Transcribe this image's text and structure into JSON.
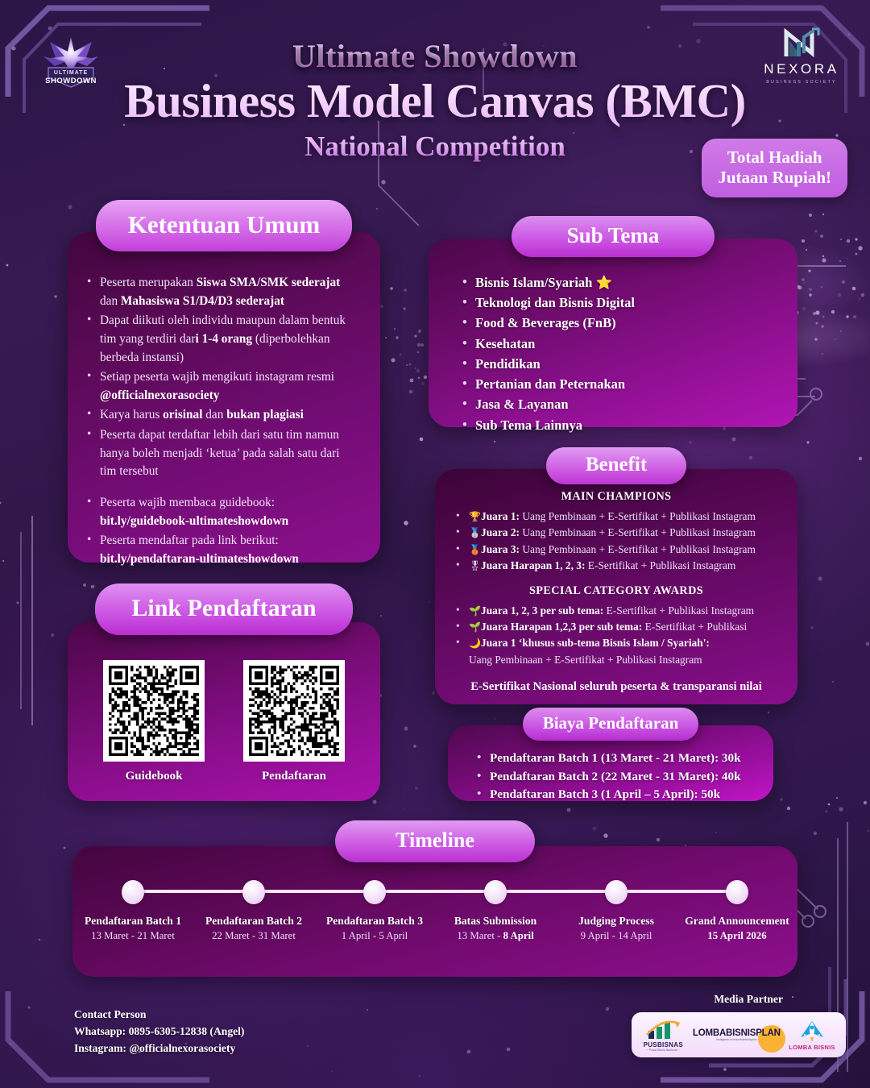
{
  "header": {
    "logo_left_name": "ULTIMATE SHOWDOWN",
    "logo_left_l1": "ULTIMATE",
    "logo_left_l2": "SHOWDOWN",
    "logo_right_word": "NEXORA",
    "logo_right_sub": "BUSINESS SOCIETY",
    "title_line1": "Ultimate Showdown",
    "title_line2": "Business Model Canvas (BMC)",
    "title_line3": "National Competition",
    "prize_line1": "Total Hadiah",
    "prize_line2": "Jutaan Rupiah!"
  },
  "ketentuan": {
    "heading": "Ketentuan Umum",
    "items": [
      {
        "html": "Peserta merupakan <b>Siswa SMA/SMK sederajat</b> dan <b>Mahasiswa S1/D4/D3 sederajat</b>"
      },
      {
        "html": "Dapat diikuti oleh individu maupun dalam bentuk tim yang terdiri dar<b>i 1-4 orang</b> (diperbolehkan berbeda instansi)"
      },
      {
        "html": "Setiap peserta wajib mengikuti instagram resmi <b>@officialnexorasociety</b>"
      },
      {
        "html": "Karya harus <b>orisinal</b> dan <b>bukan plagiasi</b>"
      },
      {
        "html": "Peserta dapat terdaftar lebih dari satu tim namun hanya boleh menjadi &lsquo;ketua&rsquo; pada salah satu dari tim tersebut"
      },
      {
        "html": "&nbsp;",
        "spacer": true
      },
      {
        "html": "Peserta wajib membaca guidebook: <b>bit.ly/guidebook-ultimateshowdown</b>"
      },
      {
        "html": "Peserta mendaftar pada link berikut: <b>bit.ly/pendaftaran-ultimateshowdown</b>"
      }
    ]
  },
  "subtema": {
    "heading": "Sub Tema",
    "items": [
      {
        "label": "Bisnis Islam/Syariah",
        "icon": "star-emoji",
        "glyph": "⭐"
      },
      {
        "label": "Teknologi dan Bisnis Digital",
        "icon": "",
        "glyph": ""
      },
      {
        "label": "Food & Beverages (FnB)",
        "icon": "",
        "glyph": ""
      },
      {
        "label": "Kesehatan",
        "icon": "",
        "glyph": ""
      },
      {
        "label": "Pendidikan",
        "icon": "",
        "glyph": ""
      },
      {
        "label": "Pertanian dan Peternakan",
        "icon": "",
        "glyph": ""
      },
      {
        "label": "Jasa & Layanan",
        "icon": "",
        "glyph": ""
      },
      {
        "label": "Sub Tema Lainnya",
        "icon": "",
        "glyph": ""
      }
    ]
  },
  "benefit": {
    "heading": "Benefit",
    "main_heading": "MAIN CHAMPIONS",
    "main_items": [
      {
        "glyph": "🏆",
        "icon": "trophy-emoji",
        "html": "<b>Juara 1:</b> Uang Pembinaan + E-Sertifikat + Publikasi Instagram"
      },
      {
        "glyph": "🥈",
        "icon": "silver-medal-emoji",
        "html": "<b>Juara 2:</b> Uang Pembinaan + E-Sertifikat + Publikasi Instagram"
      },
      {
        "glyph": "🥉",
        "icon": "bronze-medal-emoji",
        "html": "<b>Juara 3:</b> Uang Pembinaan + E-Sertifikat + Publikasi Instagram"
      },
      {
        "glyph": "🎖",
        "icon": "medal-emoji",
        "html": "<b>Juara Harapan 1, 2, 3:</b> E-Sertifikat + Publikasi Instagram"
      }
    ],
    "special_heading": "SPECIAL CATEGORY AWARDS",
    "special_items": [
      {
        "glyph": "🌱",
        "icon": "seedling-emoji",
        "html": "<b>Juara 1, 2, 3 per sub tema:</b> E-Sertifikat + Publikasi Instagram"
      },
      {
        "glyph": "🌱",
        "icon": "seedling-emoji",
        "html": "<b>Juara Harapan 1,2,3 per sub tema:</b> E-Sertifikat + Publikasi"
      },
      {
        "glyph": "🌙",
        "icon": "crescent-moon-emoji",
        "html": "<b>Juara 1 &lsquo;khusus sub-tema Bisnis Islam / Syariah':</b><br><span style=\"margin-left:0\">Uang Pembinaan + E-Sertifikat + Publikasi Instagram</span>"
      }
    ],
    "footer": "E-Sertifikat Nasional seluruh peserta & transparansi nilai"
  },
  "link": {
    "heading": "Link Pendaftaran",
    "qr": [
      {
        "caption": "Guidebook",
        "name": "qr-code-guidebook"
      },
      {
        "caption": "Pendaftaran",
        "name": "qr-code-pendaftaran"
      }
    ]
  },
  "biaya": {
    "heading": "Biaya Pendaftaran",
    "items": [
      "Pendaftaran Batch 1 (13 Maret - 21 Maret): 30k",
      "Pendaftaran Batch 2 (22 Maret - 31 Maret): 40k",
      "Pendaftaran Batch 3 (1 April – 5 April): 50k"
    ]
  },
  "timeline": {
    "heading": "Timeline",
    "milestones": [
      {
        "name": "Pendaftaran Batch 1",
        "date_html": "13 Maret - 21 Maret"
      },
      {
        "name": "Pendaftaran Batch 2",
        "date_html": "22 Maret - 31 Maret"
      },
      {
        "name": "Pendaftaran Batch 3",
        "date_html": "1 April - 5 April"
      },
      {
        "name": "Batas Submission",
        "date_html": "13 Maret - <b>8 April</b>"
      },
      {
        "name": "Judging Process",
        "date_html": "9 April - 14 April"
      },
      {
        "name": "Grand Announcement",
        "date_html": "<b>15 April 2026</b>"
      }
    ]
  },
  "footer": {
    "contact_title": "Contact Person",
    "whatsapp": "Whatsapp: 0895-6305-12838 (Angel)",
    "instagram": "Instagram: @officialnexorasociety",
    "media_partner_title": "Media Partner",
    "partners": [
      {
        "label": "PUSBISNAS",
        "sub": "~ Pusat Bisnis Nasional ~",
        "name": "pusbisnas-logo"
      },
      {
        "label": "LOMBABISNISPLAN",
        "sub": "instagram.com/lombabisnisplan",
        "name": "lombabisnisplan-logo"
      },
      {
        "label": "LOMBA BISNIS",
        "sub": "",
        "name": "lomba-bisnis-logo"
      }
    ]
  },
  "colors": {
    "bg_deep": "#2a1546",
    "card_magenta": "#8c0f8e",
    "pill_light": "#e09bf2",
    "accent_pink": "#c05ee0",
    "text_light": "#f4e2fb"
  }
}
